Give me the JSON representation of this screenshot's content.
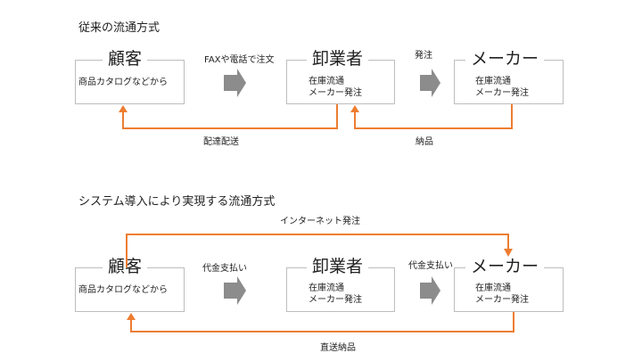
{
  "colors": {
    "accent": "#ED7D31",
    "arrow_fill": "#8C8C8C",
    "box_border": "#BDBDBD"
  },
  "traditional": {
    "title": "従来の流通方式",
    "customer": {
      "name": "顧客",
      "desc": "商品カタログなどから"
    },
    "wholesaler": {
      "name": "卸業者",
      "desc": "在庫流通\nメーカー発注"
    },
    "maker": {
      "name": "メーカー",
      "desc": "在庫流通\nメーカー発注"
    },
    "flow_customer_to_wholesaler": "FAXや電話で注文",
    "flow_wholesaler_to_maker": "発注",
    "return_to_customer": "配達配送",
    "return_to_wholesaler": "納品"
  },
  "new_system": {
    "title": "システム導入により実現する流通方式",
    "customer": {
      "name": "顧客",
      "desc": "商品カタログなどから"
    },
    "wholesaler": {
      "name": "卸業者",
      "desc": "在庫流通\nメーカー発注"
    },
    "maker": {
      "name": "メーカー",
      "desc": "在庫流通\nメーカー発注"
    },
    "top_flow": "インターネット発注",
    "flow_customer_to_wholesaler": "代金支払い",
    "flow_wholesaler_to_maker": "代金支払い",
    "return_to_customer": "直送納品"
  }
}
